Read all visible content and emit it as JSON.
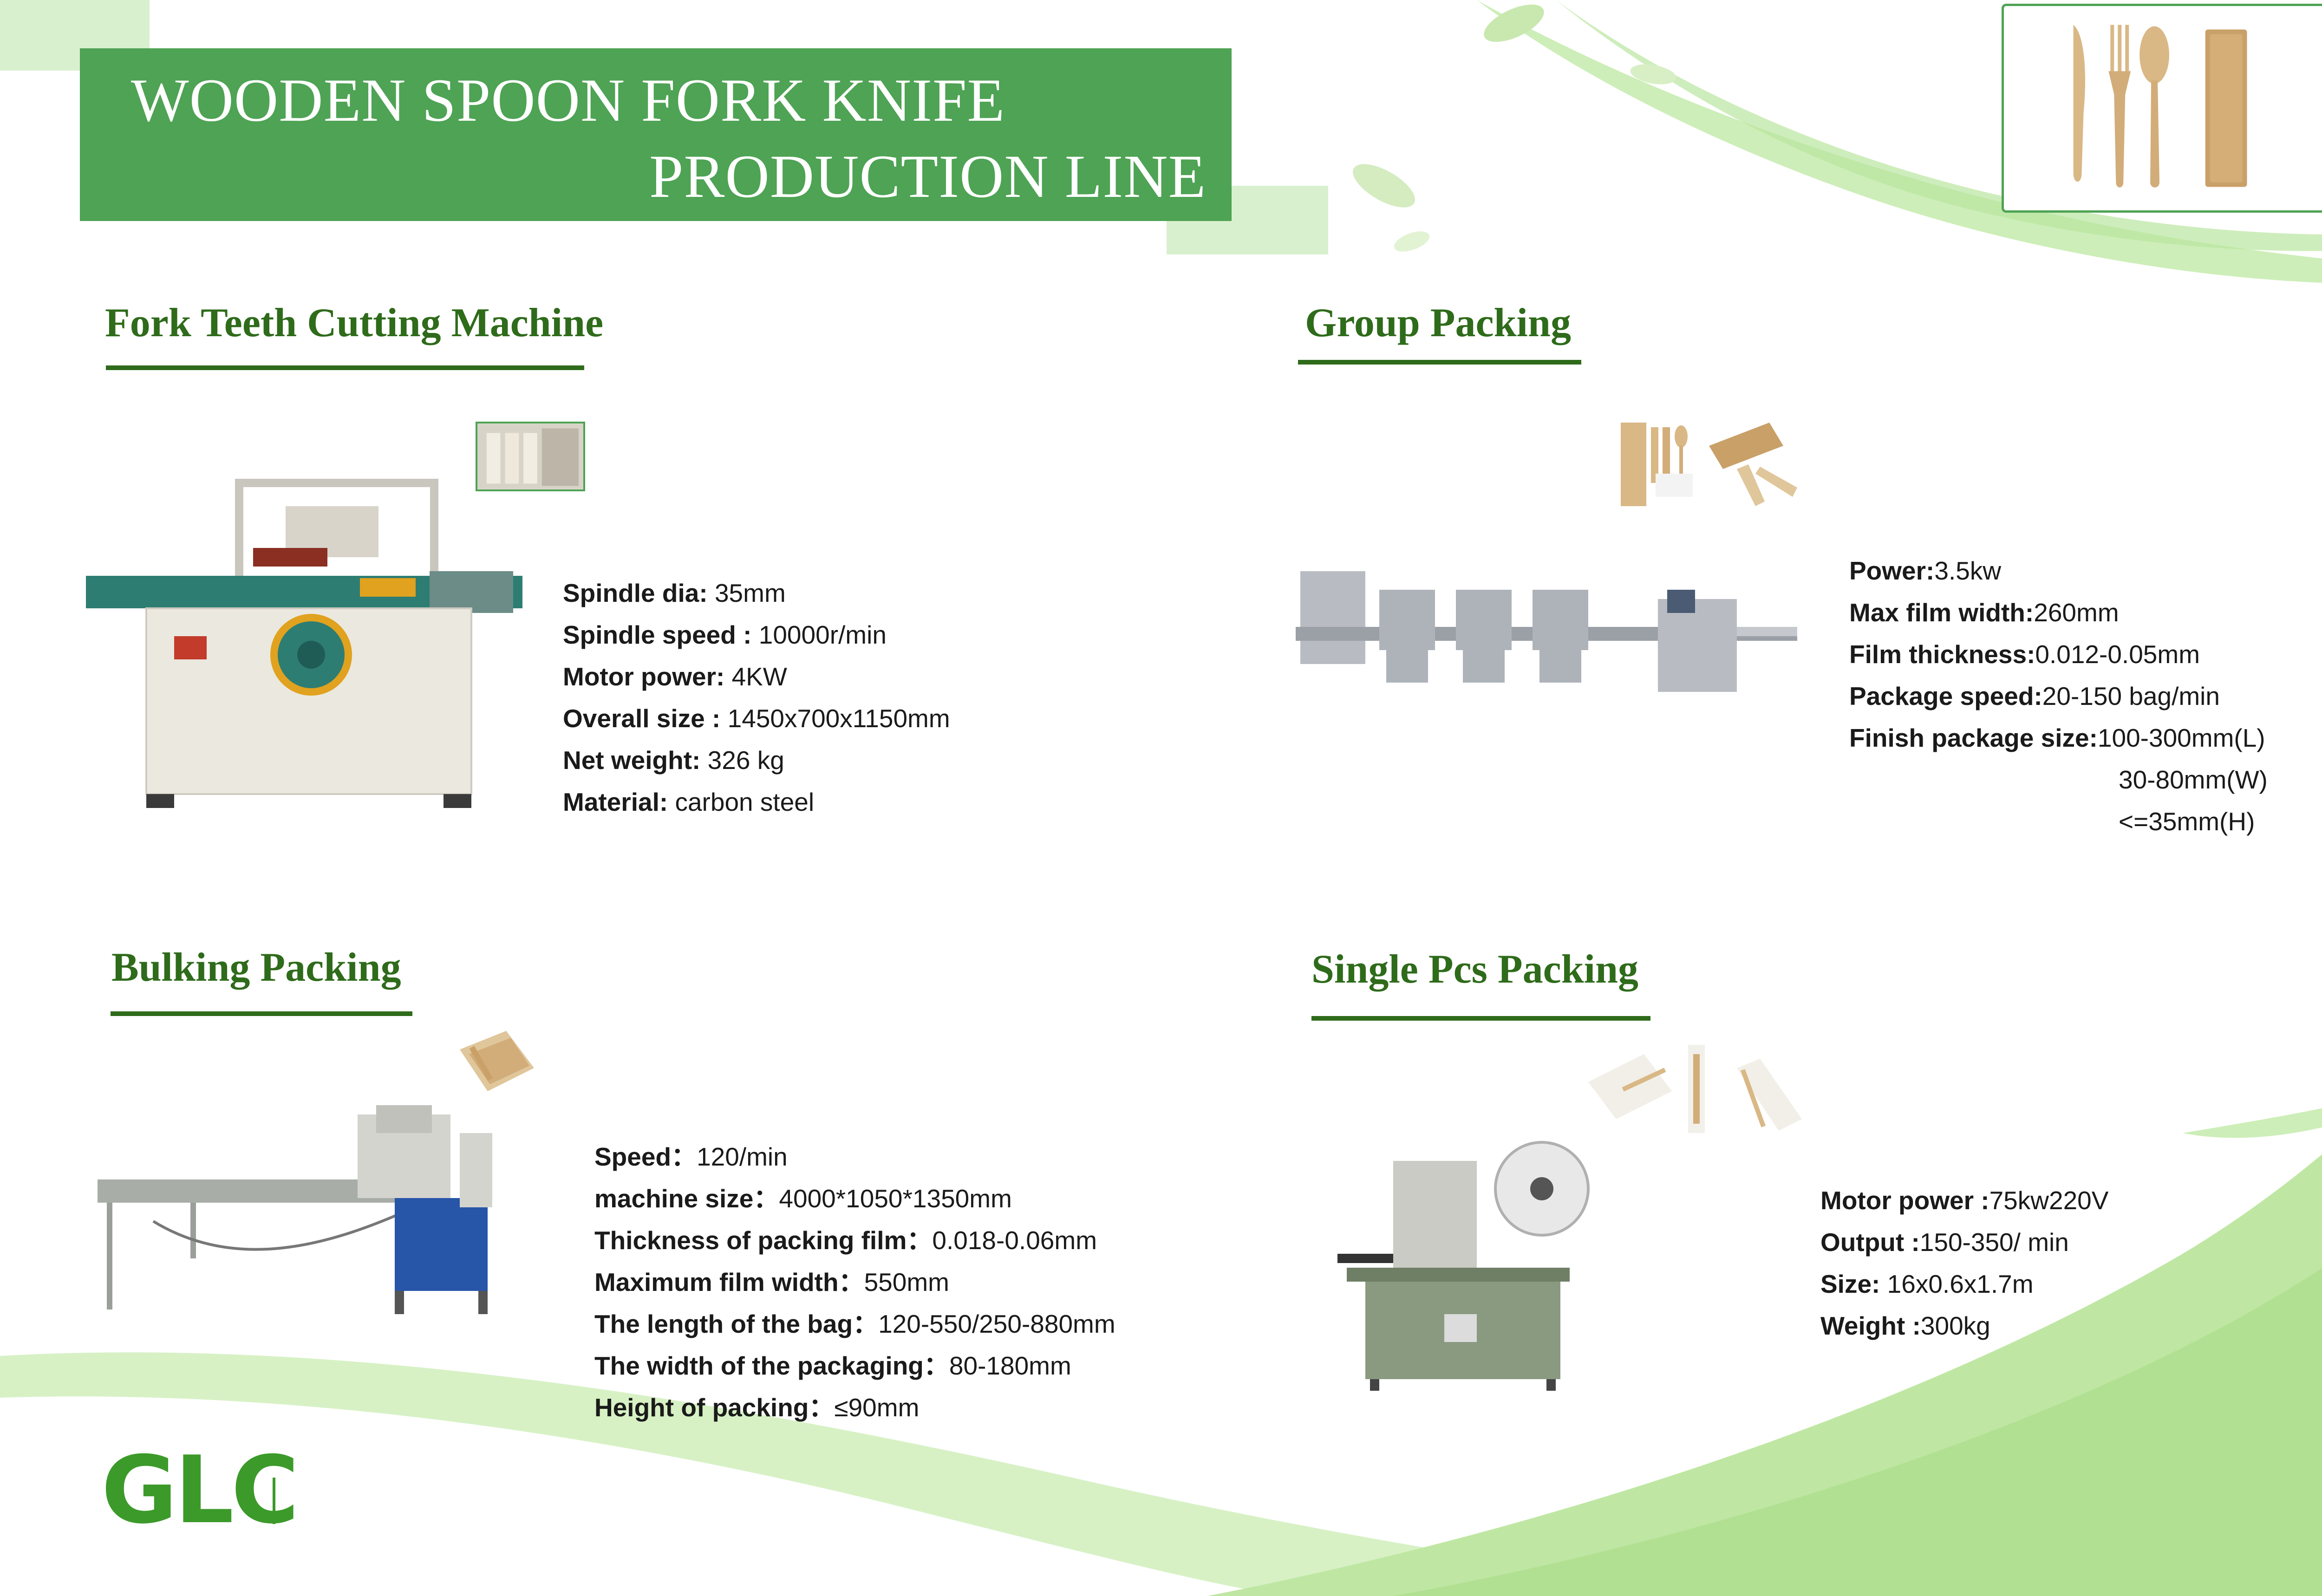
{
  "title": {
    "line1": "WOODEN SPOON FORK KNIFE",
    "line2": "PRODUCTION LINE"
  },
  "colors": {
    "banner": "#4ea354",
    "heading": "#2e6b1a",
    "wave": "#b9e6a0",
    "logo": "#3c9a2a"
  },
  "sections": {
    "fork_teeth": {
      "heading": "Fork Teeth Cutting Machine",
      "specs": [
        {
          "label": "Spindle dia:",
          "value": "  35mm"
        },
        {
          "label": "Spindle speed :",
          "value": " 10000r/min"
        },
        {
          "label": "Motor power:",
          "value": "  4KW"
        },
        {
          "label": "Overall size :",
          "value": " 1450x700x1150mm"
        },
        {
          "label": "Net weight:",
          "value": "  326 kg"
        },
        {
          "label": "Material:",
          "value": " carbon steel"
        }
      ]
    },
    "group_packing": {
      "heading": "Group Packing",
      "specs": [
        {
          "label": "Power:",
          "value": "3.5kw"
        },
        {
          "label": "Max film width:",
          "value": "260mm"
        },
        {
          "label": "Film thickness:",
          "value": "0.012-0.05mm"
        },
        {
          "label": "Package speed:",
          "value": "20-150 bag/min"
        },
        {
          "label": "Finish package size:",
          "value": "100-300mm(L)"
        }
      ],
      "size_extra": [
        "30-80mm(W)",
        "<=35mm(H)"
      ]
    },
    "bulking_packing": {
      "heading": "Bulking Packing",
      "specs": [
        {
          "label": "Speed：",
          "value": "120/min"
        },
        {
          "label": "machine size：",
          "value": "4000*1050*1350mm"
        },
        {
          "label": "Thickness of packing film：",
          "value": "0.018-0.06mm"
        },
        {
          "label": "Maximum film width：",
          "value": "550mm"
        },
        {
          "label": "The length of the bag：",
          "value": "120-550/250-880mm"
        },
        {
          "label": "The width of the packaging：",
          "value": "80-180mm"
        },
        {
          "label": "Height of packing：",
          "value": "≤90mm"
        }
      ]
    },
    "single_pcs": {
      "heading": "Single Pcs Packing",
      "specs": [
        {
          "label": "Motor power :",
          "value": "75kw220V"
        },
        {
          "label": "Output :",
          "value": "150-350/ min"
        },
        {
          "label": "Size:",
          "value": " 16x0.6x1.7m"
        },
        {
          "label": "Weight :",
          "value": "300kg"
        }
      ]
    }
  },
  "logo": {
    "text": "GLC"
  }
}
